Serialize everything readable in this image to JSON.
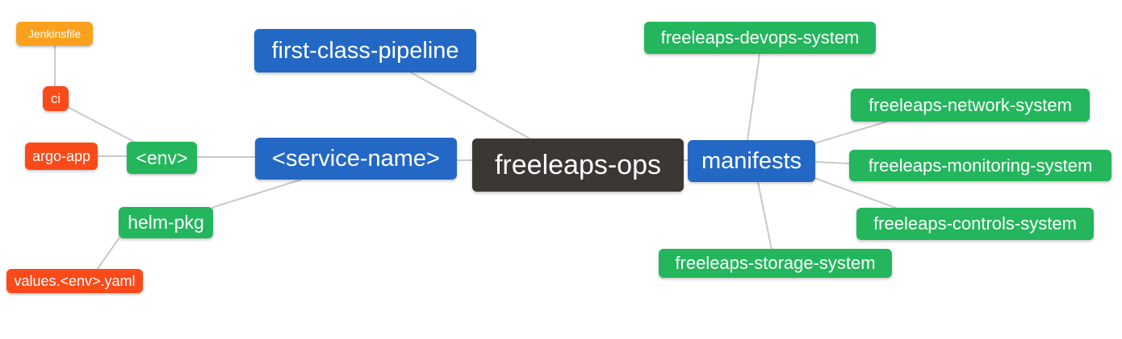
{
  "colors": {
    "blue": "#2368C4",
    "green": "#23B65D",
    "red": "#FB4A19",
    "orange": "#F9A11D",
    "dark": "#3B3733",
    "edge": "#C9C9C9",
    "text": "#FFFFFF",
    "background": "#FFFFFF"
  },
  "nodes": {
    "root": {
      "label": "freeleaps-ops"
    },
    "pipeline": {
      "label": "first-class-pipeline"
    },
    "service": {
      "label": "<service-name>"
    },
    "manifests": {
      "label": "manifests"
    },
    "env": {
      "label": "<env>"
    },
    "helm": {
      "label": "helm-pkg"
    },
    "ci": {
      "label": "ci"
    },
    "argo": {
      "label": "argo-app"
    },
    "jenkinsfile": {
      "label": "Jenkinsfile"
    },
    "values": {
      "label": "values.<env>.yaml"
    },
    "devops": {
      "label": "freeleaps-devops-system"
    },
    "network": {
      "label": "freeleaps-network-system"
    },
    "monitoring": {
      "label": "freeleaps-monitoring-system"
    },
    "controls": {
      "label": "freeleaps-controls-system"
    },
    "storage": {
      "label": "freeleaps-storage-system"
    }
  },
  "edges": [
    {
      "from": "jenkinsfile",
      "to": "ci"
    },
    {
      "from": "ci",
      "to": "env"
    },
    {
      "from": "argo",
      "to": "env"
    },
    {
      "from": "env",
      "to": "service"
    },
    {
      "from": "service",
      "to": "helm"
    },
    {
      "from": "helm",
      "to": "values"
    },
    {
      "from": "pipeline",
      "to": "root"
    },
    {
      "from": "service",
      "to": "root"
    },
    {
      "from": "root",
      "to": "manifests"
    },
    {
      "from": "manifests",
      "to": "devops"
    },
    {
      "from": "manifests",
      "to": "network"
    },
    {
      "from": "manifests",
      "to": "monitoring"
    },
    {
      "from": "manifests",
      "to": "controls"
    },
    {
      "from": "manifests",
      "to": "storage"
    }
  ]
}
